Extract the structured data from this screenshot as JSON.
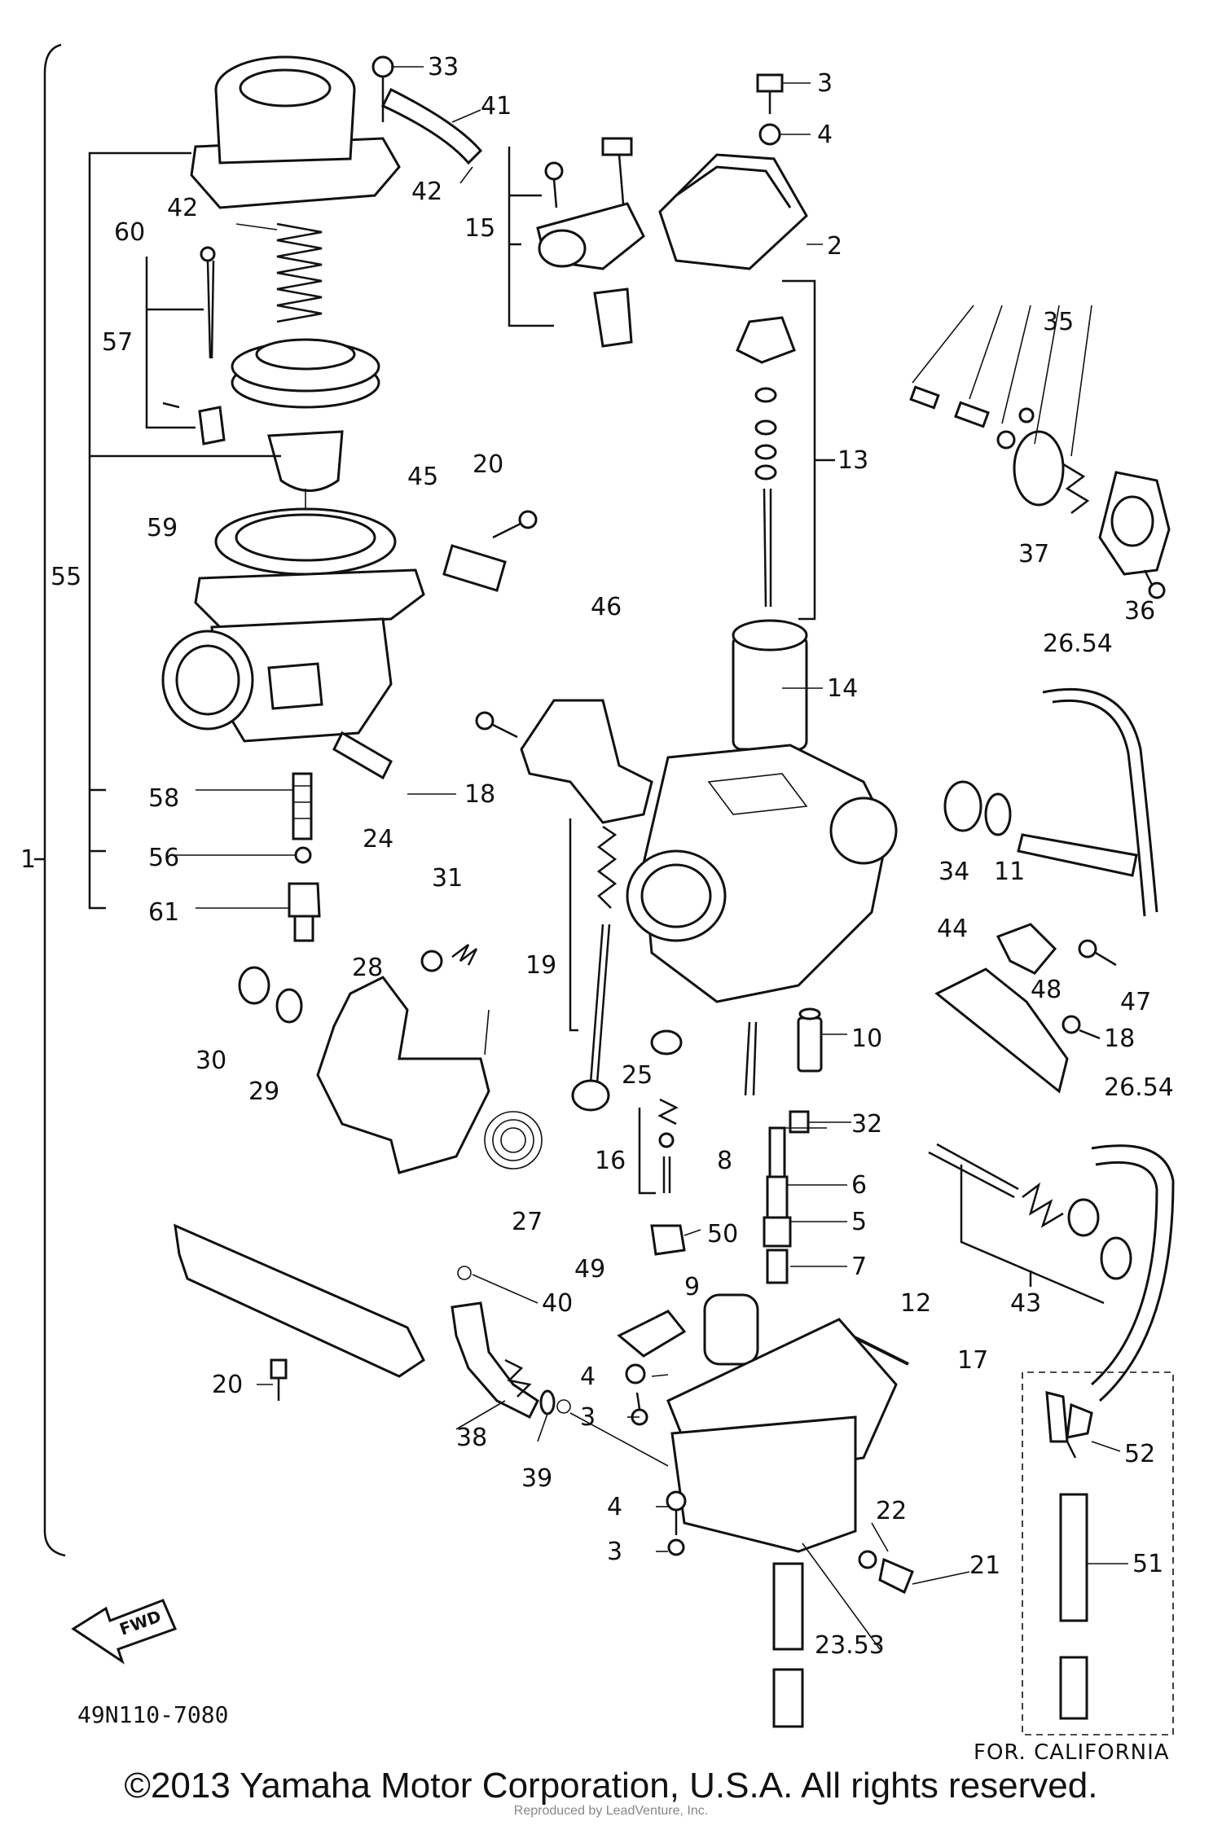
{
  "callouts": {
    "c1": "1",
    "c2": "2",
    "c3a": "3",
    "c3b": "3",
    "c3c": "3",
    "c4a": "4",
    "c4b": "4",
    "c4c": "4",
    "c5": "5",
    "c6": "6",
    "c7": "7",
    "c8": "8",
    "c9": "9",
    "c10": "10",
    "c11": "11",
    "c12": "12",
    "c13": "13",
    "c14": "14",
    "c15": "15",
    "c16": "16",
    "c17": "17",
    "c18a": "18",
    "c18b": "18",
    "c19": "19",
    "c20a": "20",
    "c20b": "20",
    "c21": "21",
    "c22": "22",
    "c2353": "23.53",
    "c24": "24",
    "c25": "25",
    "c2654a": "26.54",
    "c2654b": "26.54",
    "c27": "27",
    "c28": "28",
    "c29": "29",
    "c30": "30",
    "c31": "31",
    "c32": "32",
    "c33": "33",
    "c34": "34",
    "c35": "35",
    "c36": "36",
    "c37": "37",
    "c38": "38",
    "c39": "39",
    "c40": "40",
    "c41": "41",
    "c42a": "42",
    "c42b": "42",
    "c43": "43",
    "c44": "44",
    "c45": "45",
    "c46": "46",
    "c47": "47",
    "c48": "48",
    "c49": "49",
    "c50": "50",
    "c51": "51",
    "c52": "52",
    "c55": "55",
    "c56": "56",
    "c57": "57",
    "c58": "58",
    "c59": "59",
    "c60": "60",
    "c61": "61"
  },
  "fwd_label": "FWD",
  "diagram_code": "49N110-7080",
  "california_label": "FOR. CALIFORNIA",
  "copyright": "©2013 Yamaha Motor Corporation, U.S.A. All rights reserved.",
  "credit": "Reproduced by LeadVenture, Inc."
}
